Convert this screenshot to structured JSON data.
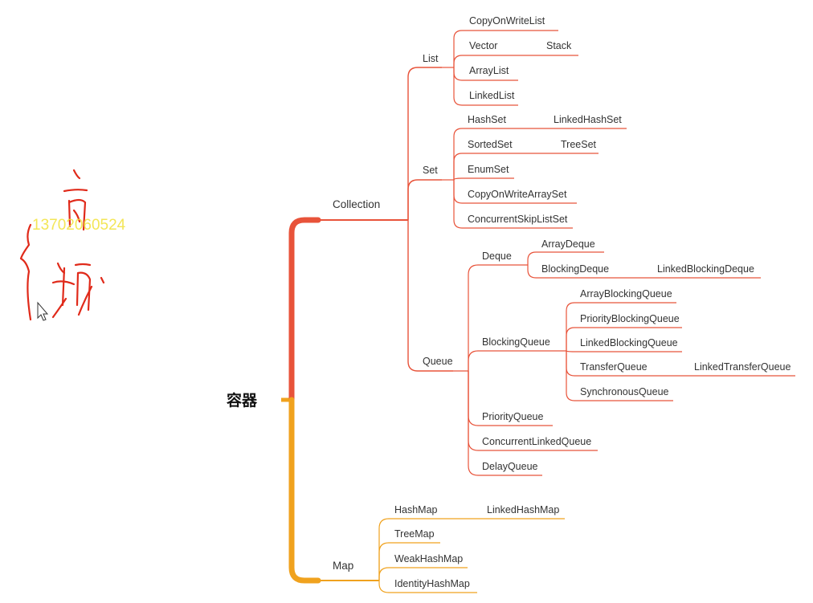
{
  "root": {
    "label": "容器"
  },
  "branches": {
    "collection": {
      "label": "Collection",
      "color": "#e8533a"
    },
    "list": {
      "label": "List"
    },
    "set": {
      "label": "Set"
    },
    "queue": {
      "label": "Queue"
    },
    "map": {
      "label": "Map",
      "color": "#f0a21e"
    }
  },
  "list_items": {
    "copy_on_write_list": "CopyOnWriteList",
    "vector": "Vector",
    "stack": "Stack",
    "array_list": "ArrayList",
    "linked_list": "LinkedList"
  },
  "set_items": {
    "hash_set": "HashSet",
    "linked_hash_set": "LinkedHashSet",
    "sorted_set": "SortedSet",
    "tree_set": "TreeSet",
    "enum_set": "EnumSet",
    "copy_on_write_array_set": "CopyOnWriteArraySet",
    "concurrent_skip_list_set": "ConcurrentSkipListSet"
  },
  "queue_items": {
    "deque": "Deque",
    "array_deque": "ArrayDeque",
    "blocking_deque": "BlockingDeque",
    "linked_blocking_deque": "LinkedBlockingDeque",
    "blocking_queue": "BlockingQueue",
    "array_blocking_queue": "ArrayBlockingQueue",
    "priority_blocking_queue": "PriorityBlockingQueue",
    "linked_blocking_queue": "LinkedBlockingQueue",
    "transfer_queue": "TransferQueue",
    "linked_transfer_queue": "LinkedTransferQueue",
    "synchronous_queue": "SynchronousQueue",
    "priority_queue": "PriorityQueue",
    "concurrent_linked_queue": "ConcurrentLinkedQueue",
    "delay_queue": "DelayQueue"
  },
  "map_items": {
    "hash_map": "HashMap",
    "linked_hash_map": "LinkedHashMap",
    "tree_map": "TreeMap",
    "weak_hash_map": "WeakHashMap",
    "identity_hash_map": "IdentityHashMap"
  },
  "overlay": {
    "watermark_text": "13702060524",
    "annotation_color": "#e02a1a",
    "annotation_meaning": "高频"
  }
}
